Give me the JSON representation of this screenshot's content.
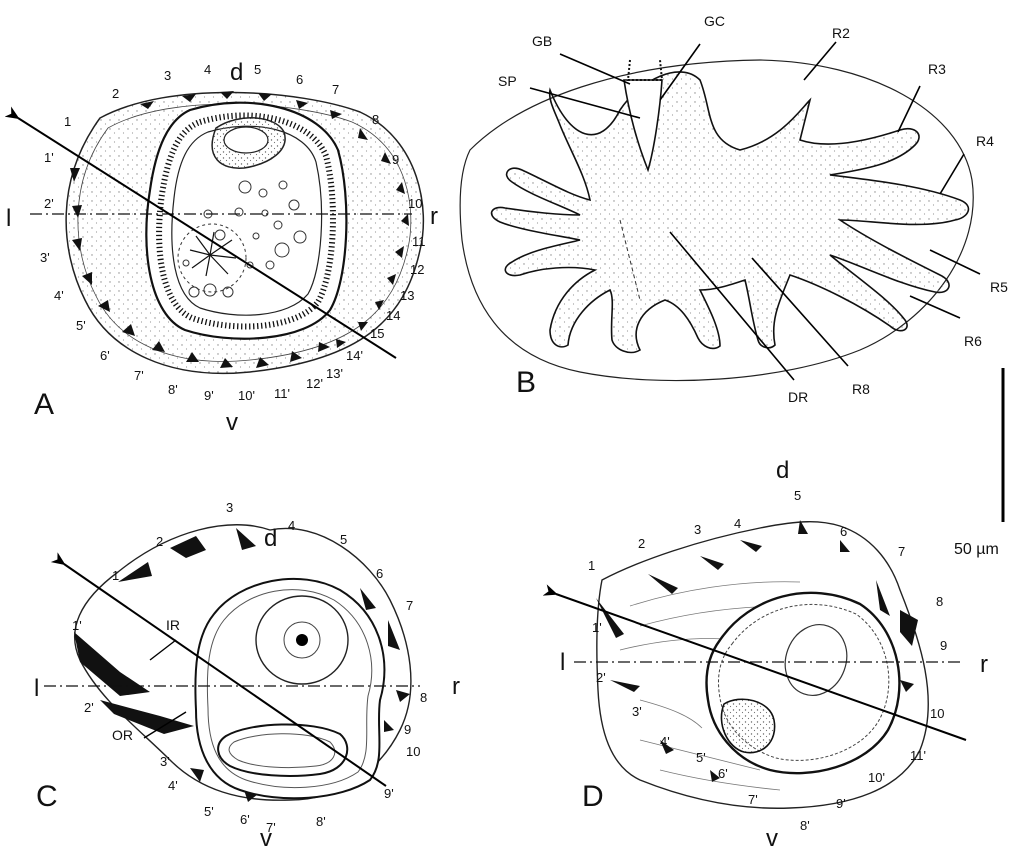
{
  "panels": {
    "A": {
      "letter": "A",
      "dorsal": "d",
      "ventral": "v",
      "left": "l",
      "right": "r",
      "ridges_right": [
        "1",
        "2",
        "3",
        "4",
        "5",
        "6",
        "7",
        "8",
        "9",
        "10",
        "11",
        "12",
        "13",
        "14",
        "15"
      ],
      "ridges_left": [
        "1'",
        "2'",
        "3'",
        "4'",
        "5'",
        "6'",
        "7'",
        "8'",
        "9'",
        "10'",
        "11'",
        "12'",
        "13'",
        "14'"
      ]
    },
    "B": {
      "letter": "B",
      "labels": [
        "GB",
        "GC",
        "R2",
        "R3",
        "R4",
        "SP",
        "R5",
        "R6",
        "DR",
        "R8"
      ]
    },
    "C": {
      "letter": "C",
      "dorsal": "d",
      "ventral": "v",
      "left": "l",
      "right": "r",
      "ridges_right": [
        "1",
        "2",
        "3",
        "4",
        "5",
        "6",
        "7",
        "8",
        "9",
        "10"
      ],
      "ridges_left": [
        "1'",
        "2'",
        "3'",
        "4'",
        "5'",
        "6'",
        "7'",
        "8'",
        "9'"
      ],
      "labels": [
        "IR",
        "OR"
      ]
    },
    "D": {
      "letter": "D",
      "dorsal": "d",
      "ventral": "v",
      "left": "l",
      "right": "r",
      "ridges_right": [
        "1",
        "2",
        "3",
        "4",
        "5",
        "6",
        "7",
        "8",
        "9",
        "10"
      ],
      "ridges_left": [
        "1'",
        "2'",
        "3'",
        "4'",
        "5'",
        "6'",
        "7'",
        "8'",
        "9'",
        "10'",
        "11'"
      ]
    }
  },
  "scale_bar": {
    "label": "50 µm"
  }
}
